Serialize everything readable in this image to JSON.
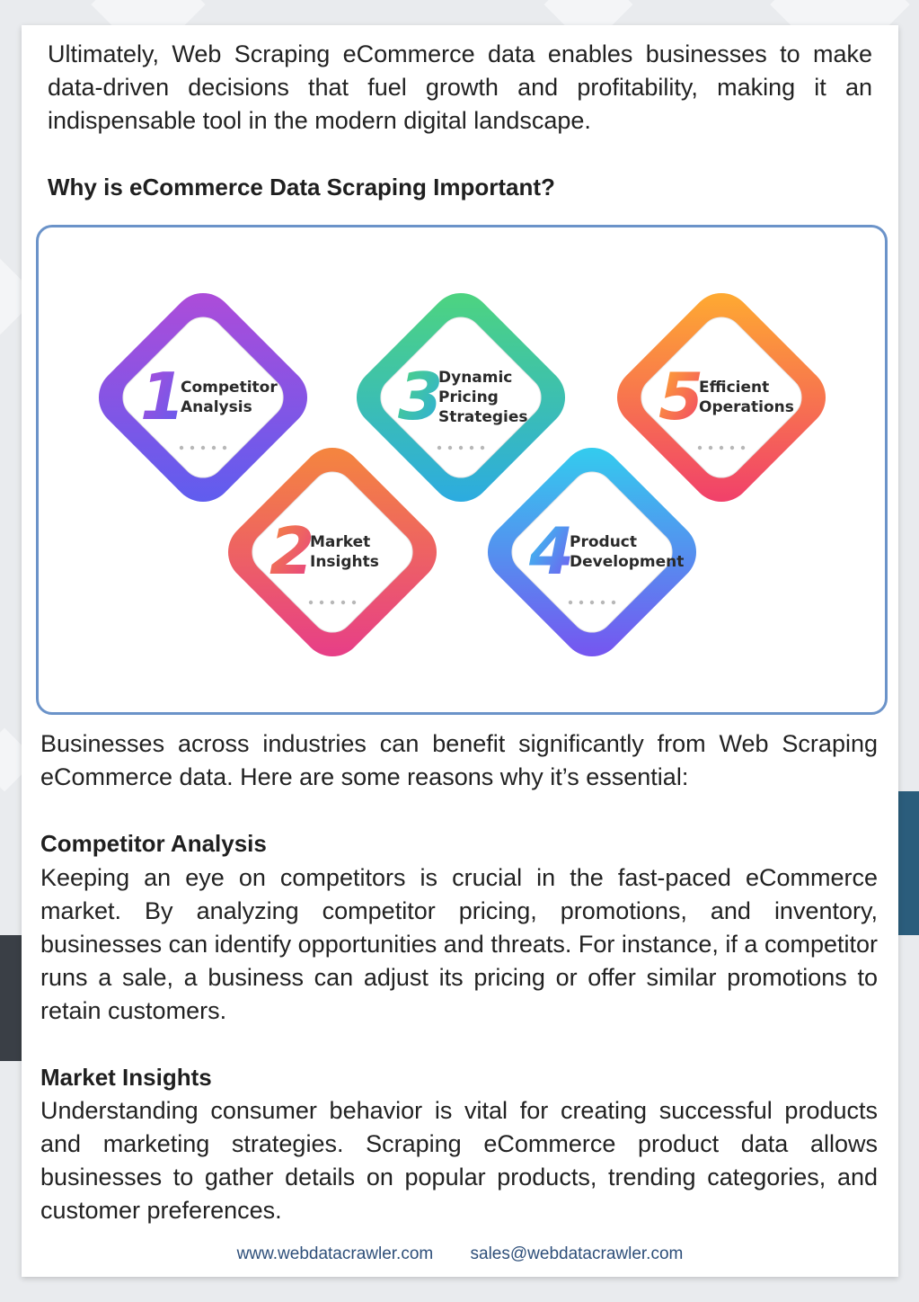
{
  "intro": "Ultimately, Web Scraping eCommerce data enables businesses to make data-driven decisions that fuel growth and profitability, making it an indispensable tool in the modern digital landscape.",
  "section_title": "Why is eCommerce Data Scraping Important?",
  "infographic": {
    "items": [
      {
        "number": "1",
        "line1": "Competitor",
        "line2": "Analysis",
        "line3": "",
        "color_a": "#b14bd8",
        "color_b": "#5b5ef0"
      },
      {
        "number": "2",
        "line1": "Market",
        "line2": "Insights",
        "line3": "",
        "color_a": "#f58a3a",
        "color_b": "#e63a8c"
      },
      {
        "number": "3",
        "line1": "Dynamic",
        "line2": "Pricing",
        "line3": "Strategies",
        "color_a": "#4fd67a",
        "color_b": "#2aa9e6"
      },
      {
        "number": "4",
        "line1": "Product",
        "line2": "Development",
        "line3": "",
        "color_a": "#2fd3ee",
        "color_b": "#7a4ef0"
      },
      {
        "number": "5",
        "line1": "Efficient",
        "line2": "Operations",
        "line3": "",
        "color_a": "#ffb02e",
        "color_b": "#f03a6e"
      }
    ]
  },
  "body_intro": "Businesses across industries can benefit significantly from Web Scraping eCommerce data. Here are some reasons why it’s essential:",
  "sections": [
    {
      "title": "Competitor Analysis",
      "text": "Keeping an eye on competitors is crucial in the fast-paced eCommerce market. By analyzing competitor pricing, promotions, and inventory, businesses can identify opportunities and threats. For instance, if a competitor runs a sale, a business can adjust its pricing or offer similar promotions to retain customers."
    },
    {
      "title": "Market Insights",
      "text": "Understanding consumer behavior is vital for creating successful products and marketing strategies. Scraping eCommerce product data allows businesses to gather details on popular products, trending categories, and customer preferences."
    }
  ],
  "footer": {
    "website": "www.webdatacrawler.com",
    "email": "sales@webdatacrawler.com"
  }
}
